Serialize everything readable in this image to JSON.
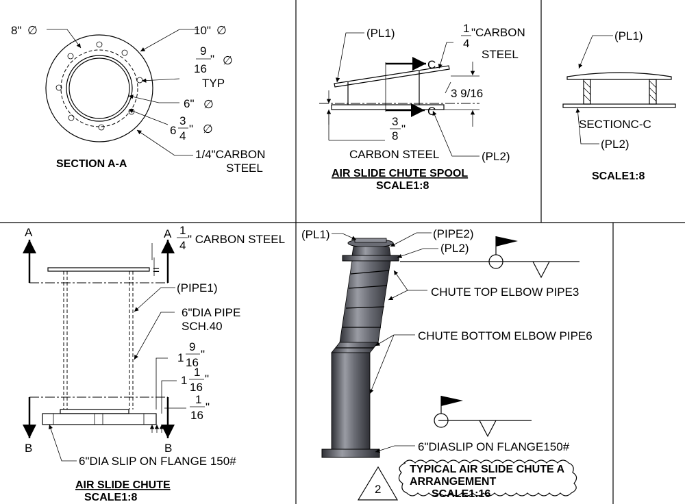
{
  "section_aa": {
    "bolt_circle": "8\"",
    "flange_od": "10\"",
    "hole_num": "9",
    "hole_den": "16",
    "hole_unit": "\"",
    "typ": "TYP",
    "pipe_id": "6\"",
    "od_whole": "6",
    "od_num": "3",
    "od_den": "4",
    "od_unit": "\"",
    "material_1": "1/4\"CARBON",
    "material_2": "STEEL",
    "title": "SECTION A-A",
    "diameter_symbol": "∅"
  },
  "spool": {
    "pl1": "(PL1)",
    "thk_num": "1",
    "thk_den": "4",
    "thk_text": "\"CARBON",
    "thk_text2": "STEEL",
    "cut_c_top": "C",
    "cut_c_bot": "C",
    "height": "3 9/16",
    "gap_num": "3",
    "gap_den": "8",
    "gap_unit": "\"",
    "material": "CARBON STEEL",
    "pl2": "(PL2)",
    "title": "AIR SLIDE CHUTE SPOOL",
    "scale": "SCALE1:8"
  },
  "section_cc": {
    "pl1": "(PL1)",
    "label": "SECTIONC-C",
    "pl2": "(PL2)",
    "scale": "SCALE1:8"
  },
  "chute": {
    "cut_a_left": "A",
    "cut_a_right": "A",
    "cut_b_left": "B",
    "cut_b_right": "B",
    "top_thk_num": "1",
    "top_thk_den": "4",
    "top_thk_text": "\" CARBON STEEL",
    "equal": "=",
    "pipe1": "(PIPE1)",
    "pipe_desc_1": "6\"DIA PIPE",
    "pipe_desc_2": "SCH.40",
    "d1_whole": "1",
    "d1_num": "9",
    "d1_den": "16",
    "d1_unit": "\"",
    "d2_whole": "1",
    "d2_num": "1",
    "d2_den": "16",
    "d2_unit": "\"",
    "d3_num": "1",
    "d3_den": "16",
    "d3_unit": "\"",
    "flange": "6\"DIA SLIP ON FLANGE 150#",
    "title": "AIR SLIDE CHUTE",
    "scale": "SCALE1:8"
  },
  "arrangement": {
    "pl1": "(PL1)",
    "pipe2": "(PIPE2)",
    "pl2": "(PL2)",
    "top_elbow": "CHUTE TOP ELBOW PIPE3",
    "bottom_elbow": "CHUTE BOTTOM ELBOW PIPE6",
    "flange": "6\"DIASLIP ON FLANGE150#",
    "revision": "2",
    "title_1": "TYPICAL AIR SLIDE CHUTE A",
    "title_2": "ARRANGEMENT",
    "scale": "SCALE1:16"
  },
  "colors": {
    "line": "#000000",
    "pipe_fill": "#5d5f66",
    "pipe_light": "#9a9ca4",
    "pipe_dark": "#2f3036"
  }
}
